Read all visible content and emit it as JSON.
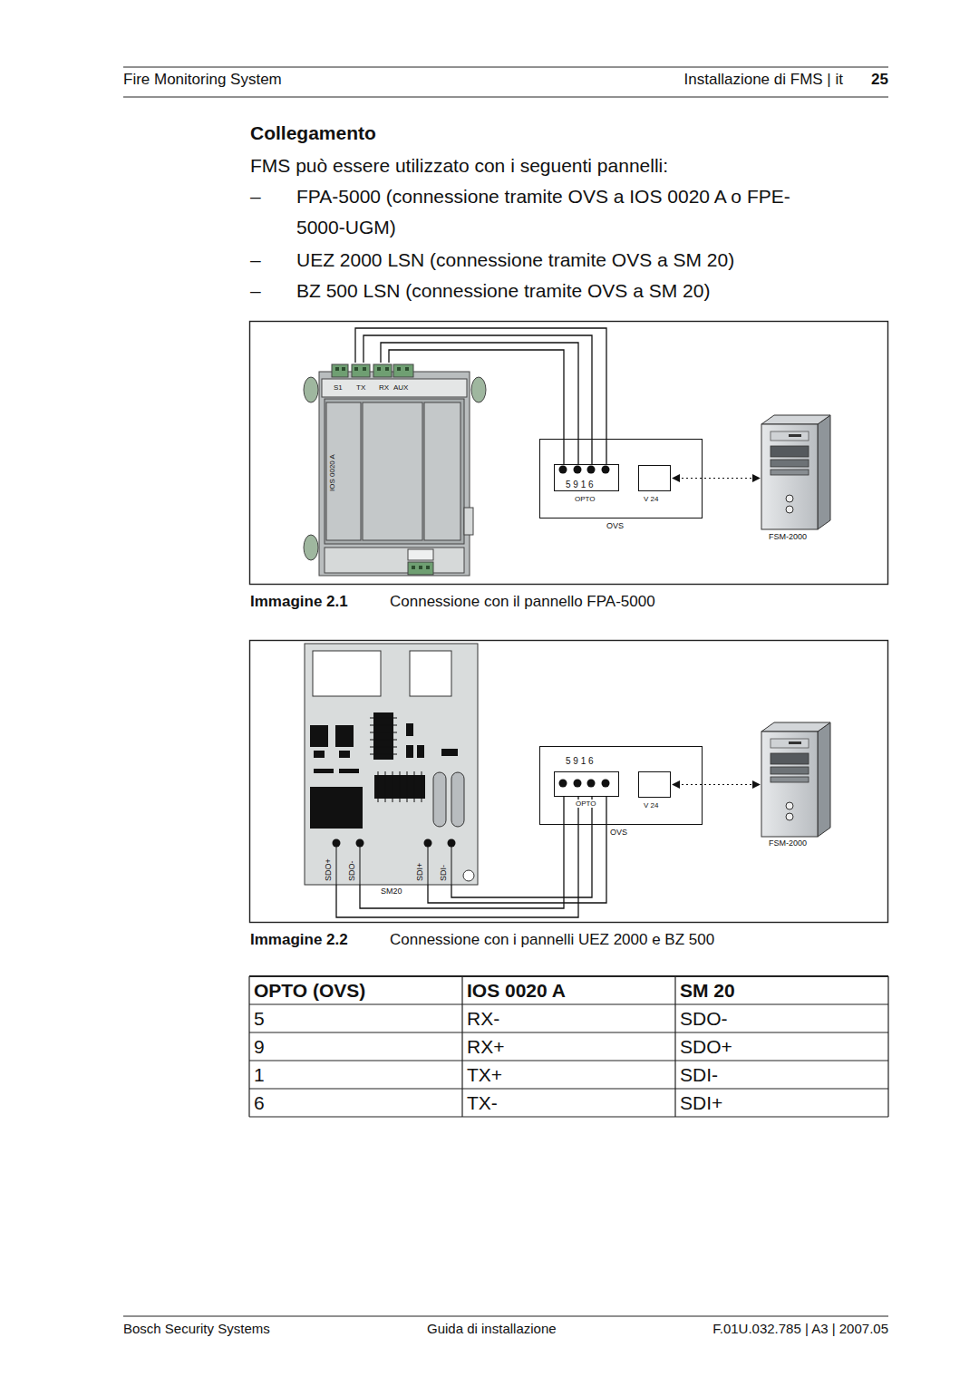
{
  "diagram": {
    "title": "Collegamento",
    "nodes": [
      {
        "text": [
          "S1",
          "TX",
          "RX",
          "AUX",
          "IOS 0020 A"
        ]
      },
      {
        "text": [
          "OVS"
        ]
      },
      {
        "text": [
          "5 9 1 6",
          "OPTO"
        ],
        "in": 1
      },
      {
        "text": [
          "V 24"
        ],
        "in": 1
      },
      {
        "text": [
          "FSM-2000"
        ]
      },
      {
        "text": [
          "SDO+",
          "SDO-",
          "SDI+",
          "SDI-",
          "SM20"
        ]
      },
      {
        "text": [
          "OVS"
        ]
      },
      {
        "text": [
          "5 9 1 6",
          "OPTO"
        ],
        "in": 6
      },
      {
        "text": [
          "V 24"
        ],
        "in": 6
      },
      {
        "text": [
          "FSM-2000"
        ]
      }
    ],
    "edges": [
      {
        "from": 0,
        "to": 2,
        "arrow": "none"
      },
      {
        "from": 0,
        "to": 2,
        "arrow": "none"
      },
      {
        "from": 0,
        "to": 2,
        "arrow": "none"
      },
      {
        "from": 0,
        "to": 2,
        "arrow": "none"
      },
      {
        "from": 3,
        "to": 4,
        "arrow": "both"
      },
      {
        "from": 5,
        "to": 7,
        "arrow": "none"
      },
      {
        "from": 5,
        "to": 7,
        "arrow": "none"
      },
      {
        "from": 5,
        "to": 7,
        "arrow": "none"
      },
      {
        "from": 5,
        "to": 7,
        "arrow": "none"
      },
      {
        "from": 8,
        "to": 9,
        "arrow": "both"
      }
    ],
    "labels": [
      "Fire Monitoring System",
      "Installazione di FMS | it",
      "25",
      "FMS può essere utilizzato con i seguenti pannelli:",
      "–",
      "FPA-5000 (connessione tramite OVS a IOS 0020 A o FPE-5000-UGM)",
      "–",
      "UEZ 2000 LSN (connessione tramite OVS a SM 20)",
      "–",
      "BZ 500 LSN (connessione tramite OVS a SM 20)",
      "Immagine 2.1",
      "Connessione con il pannello FPA-5000",
      "Immagine 2.2",
      "Connessione con i pannelli UEZ 2000 e BZ 500",
      "OPTO (OVS)",
      "IOS 0020 A",
      "SM 20",
      "5",
      "RX-",
      "SDO-",
      "9",
      "RX+",
      "SDO+",
      "1",
      "TX+",
      "SDI-",
      "6",
      "TX-",
      "SDI+",
      "Bosch Security Systems",
      "Guida di installazione",
      "F.01U.032.785 | A3 | 2007.05"
    ]
  }
}
